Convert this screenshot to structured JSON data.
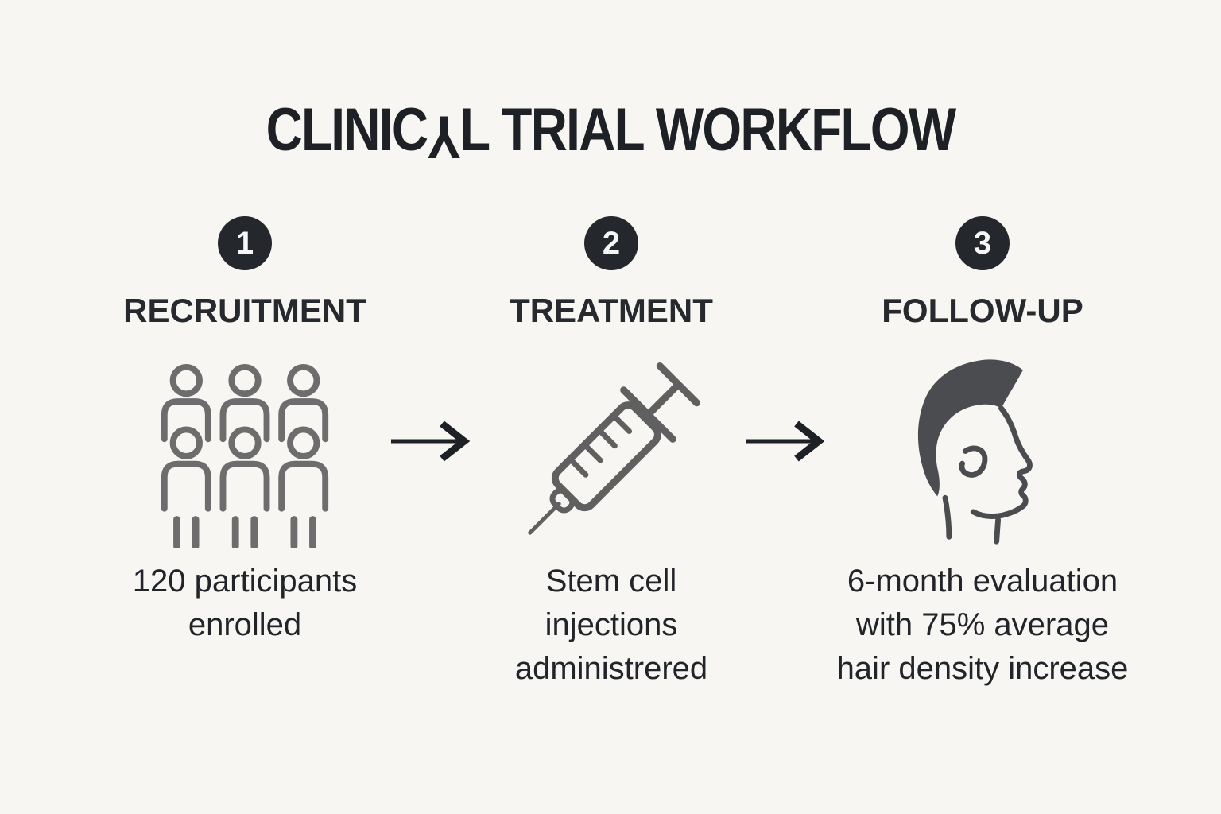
{
  "colors": {
    "bg": "#f7f6f3",
    "ink": "#1d2024",
    "badge-bg": "#24272b",
    "badge-fg": "#f7f7f7",
    "label": "#26292d",
    "desc": "#212429",
    "icon-people": "#6d6d6d",
    "icon-syringe": "#606060",
    "icon-head": "#4a4c4f"
  },
  "title": {
    "pre": "CLINIC",
    "inverted_glyph": "Y",
    "post": "L TRIAL WORKFLOW"
  },
  "steps": [
    {
      "number": "1",
      "label": "RECRUITMENT",
      "icon": "people-group-icon",
      "description": "120 participants enrolled",
      "lines": [
        "120 participants",
        "enrolled"
      ]
    },
    {
      "number": "2",
      "label": "TREATMENT",
      "icon": "syringe-icon",
      "description": "Stem cell injections administrered",
      "lines": [
        "Stem cell",
        "injections",
        "administrered"
      ]
    },
    {
      "number": "3",
      "label": "FOLLOW-UP",
      "icon": "head-profile-icon",
      "description": "6-month evaluation with 75% average hair density increase",
      "lines": [
        "6-month evaluation",
        "with 75% average",
        "hair density increase"
      ]
    }
  ]
}
